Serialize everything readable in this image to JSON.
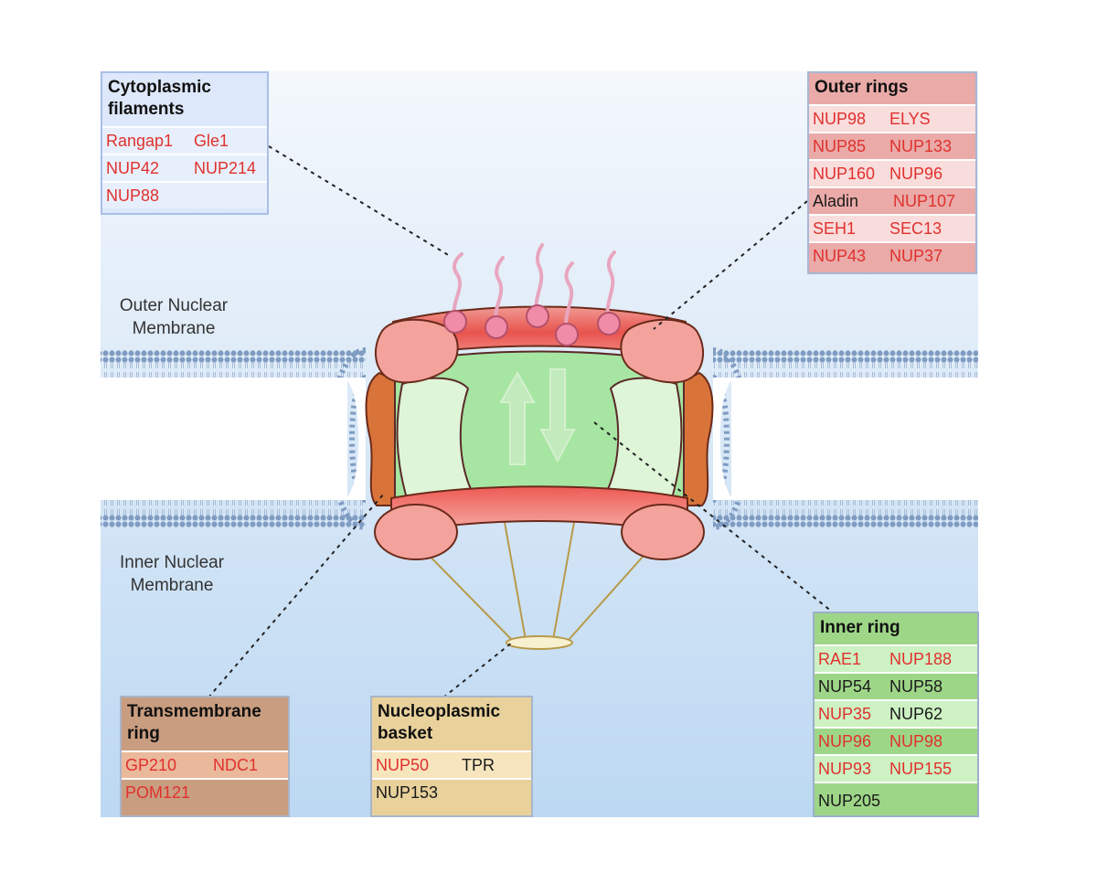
{
  "membrane_labels": {
    "outer": [
      "Outer Nuclear",
      "Membrane"
    ],
    "inner": [
      "Inner Nuclear",
      "Membrane"
    ]
  },
  "panels": {
    "cytoplasmic_filaments": {
      "title": [
        "Cytoplasmic",
        "filaments"
      ],
      "rows": [
        {
          "items": [
            "Rangap1",
            "Gle1"
          ]
        },
        {
          "items": [
            "NUP42",
            "NUP214"
          ]
        },
        {
          "items": [
            "NUP88"
          ]
        }
      ]
    },
    "outer_rings": {
      "title": [
        "Outer rings"
      ],
      "rows": [
        {
          "items": [
            "NUP98",
            "ELYS"
          ]
        },
        {
          "items": [
            "NUP85",
            "NUP133"
          ]
        },
        {
          "items": [
            "NUP160",
            "NUP96"
          ]
        },
        {
          "items": [
            "Aladin",
            "NUP107"
          ]
        },
        {
          "items": [
            "SEH1",
            "SEC13"
          ]
        },
        {
          "items": [
            "NUP43",
            "NUP37"
          ]
        }
      ]
    },
    "inner_ring": {
      "title": [
        "Inner ring"
      ],
      "rows": [
        {
          "items": [
            "RAE1",
            "NUP188"
          ]
        },
        {
          "items": [
            "NUP54",
            "NUP58"
          ]
        },
        {
          "items": [
            "NUP35",
            "NUP62"
          ]
        },
        {
          "items": [
            "NUP96",
            "NUP98"
          ]
        },
        {
          "items": [
            "NUP93",
            "NUP155"
          ]
        },
        {
          "items": [
            "NUP205"
          ]
        }
      ]
    },
    "transmembrane_ring": {
      "title": [
        "Transmembrane",
        "ring"
      ],
      "rows": [
        {
          "items": [
            "GP210",
            "NDC1"
          ]
        },
        {
          "items": [
            "POM121"
          ]
        }
      ]
    },
    "nucleoplasmic_basket": {
      "title": [
        "Nucleoplasmic",
        "basket"
      ],
      "rows": [
        {
          "items": [
            "NUP50",
            "TPR"
          ]
        },
        {
          "items": [
            "NUP153"
          ]
        }
      ]
    }
  },
  "colors": {
    "highlight_text": "#e0312d",
    "plain_text": "#1a1a1a",
    "cytoplasm_bg": "#eaf2fb",
    "nucleus_bg": "#cfe3f6",
    "lipid_head": "#7f9cc2",
    "outer_ring_fill": "#e85a55",
    "ring_bulge": "#f3a39c",
    "channel_green": "#a7e6a2",
    "inner_ring_light": "#def5d8",
    "transmembrane": "#d8743a",
    "basket": "#f7f1cf",
    "filament": "#e8a6bf"
  },
  "row_colors": {
    "outer_rings": [
      "#f9dcdc",
      "#e9aaa8",
      "#f9dcdc",
      "#e9aaa8",
      "#f9dcdc",
      "#e9aaa8"
    ],
    "inner_ring": [
      "#cdf1c3",
      "#9ed688",
      "#cdf1c3",
      "#9ed688",
      "#cdf1c3",
      "#9ed688"
    ],
    "cytoplasmic_filaments": [
      "#e8effc",
      "#e8effc",
      "#e8effc"
    ],
    "transmembrane_ring": [
      "#eab89a",
      "#c99d80"
    ],
    "nucleoplasmic_basket": [
      "#f7e5bd",
      "#e8d19b"
    ]
  },
  "text_styles": {
    "cytoplasmic_filaments": [
      [
        "hl",
        "hl"
      ],
      [
        "hl",
        "hl"
      ],
      [
        "hl"
      ]
    ],
    "outer_rings": [
      [
        "hl",
        "hl"
      ],
      [
        "hl",
        "hl"
      ],
      [
        "hl",
        "hl"
      ],
      [
        "plain",
        "hl"
      ],
      [
        "hl",
        "hl"
      ],
      [
        "hl",
        "hl"
      ]
    ],
    "inner_ring": [
      [
        "hl",
        "hl"
      ],
      [
        "plain",
        "plain"
      ],
      [
        "hl",
        "plain"
      ],
      [
        "hl",
        "hl"
      ],
      [
        "hl",
        "hl"
      ],
      [
        "plain"
      ]
    ],
    "transmembrane_ring": [
      [
        "hl",
        "hl"
      ],
      [
        "hl"
      ]
    ],
    "nucleoplasmic_basket": [
      [
        "hl",
        "plain"
      ],
      [
        "plain"
      ]
    ]
  }
}
